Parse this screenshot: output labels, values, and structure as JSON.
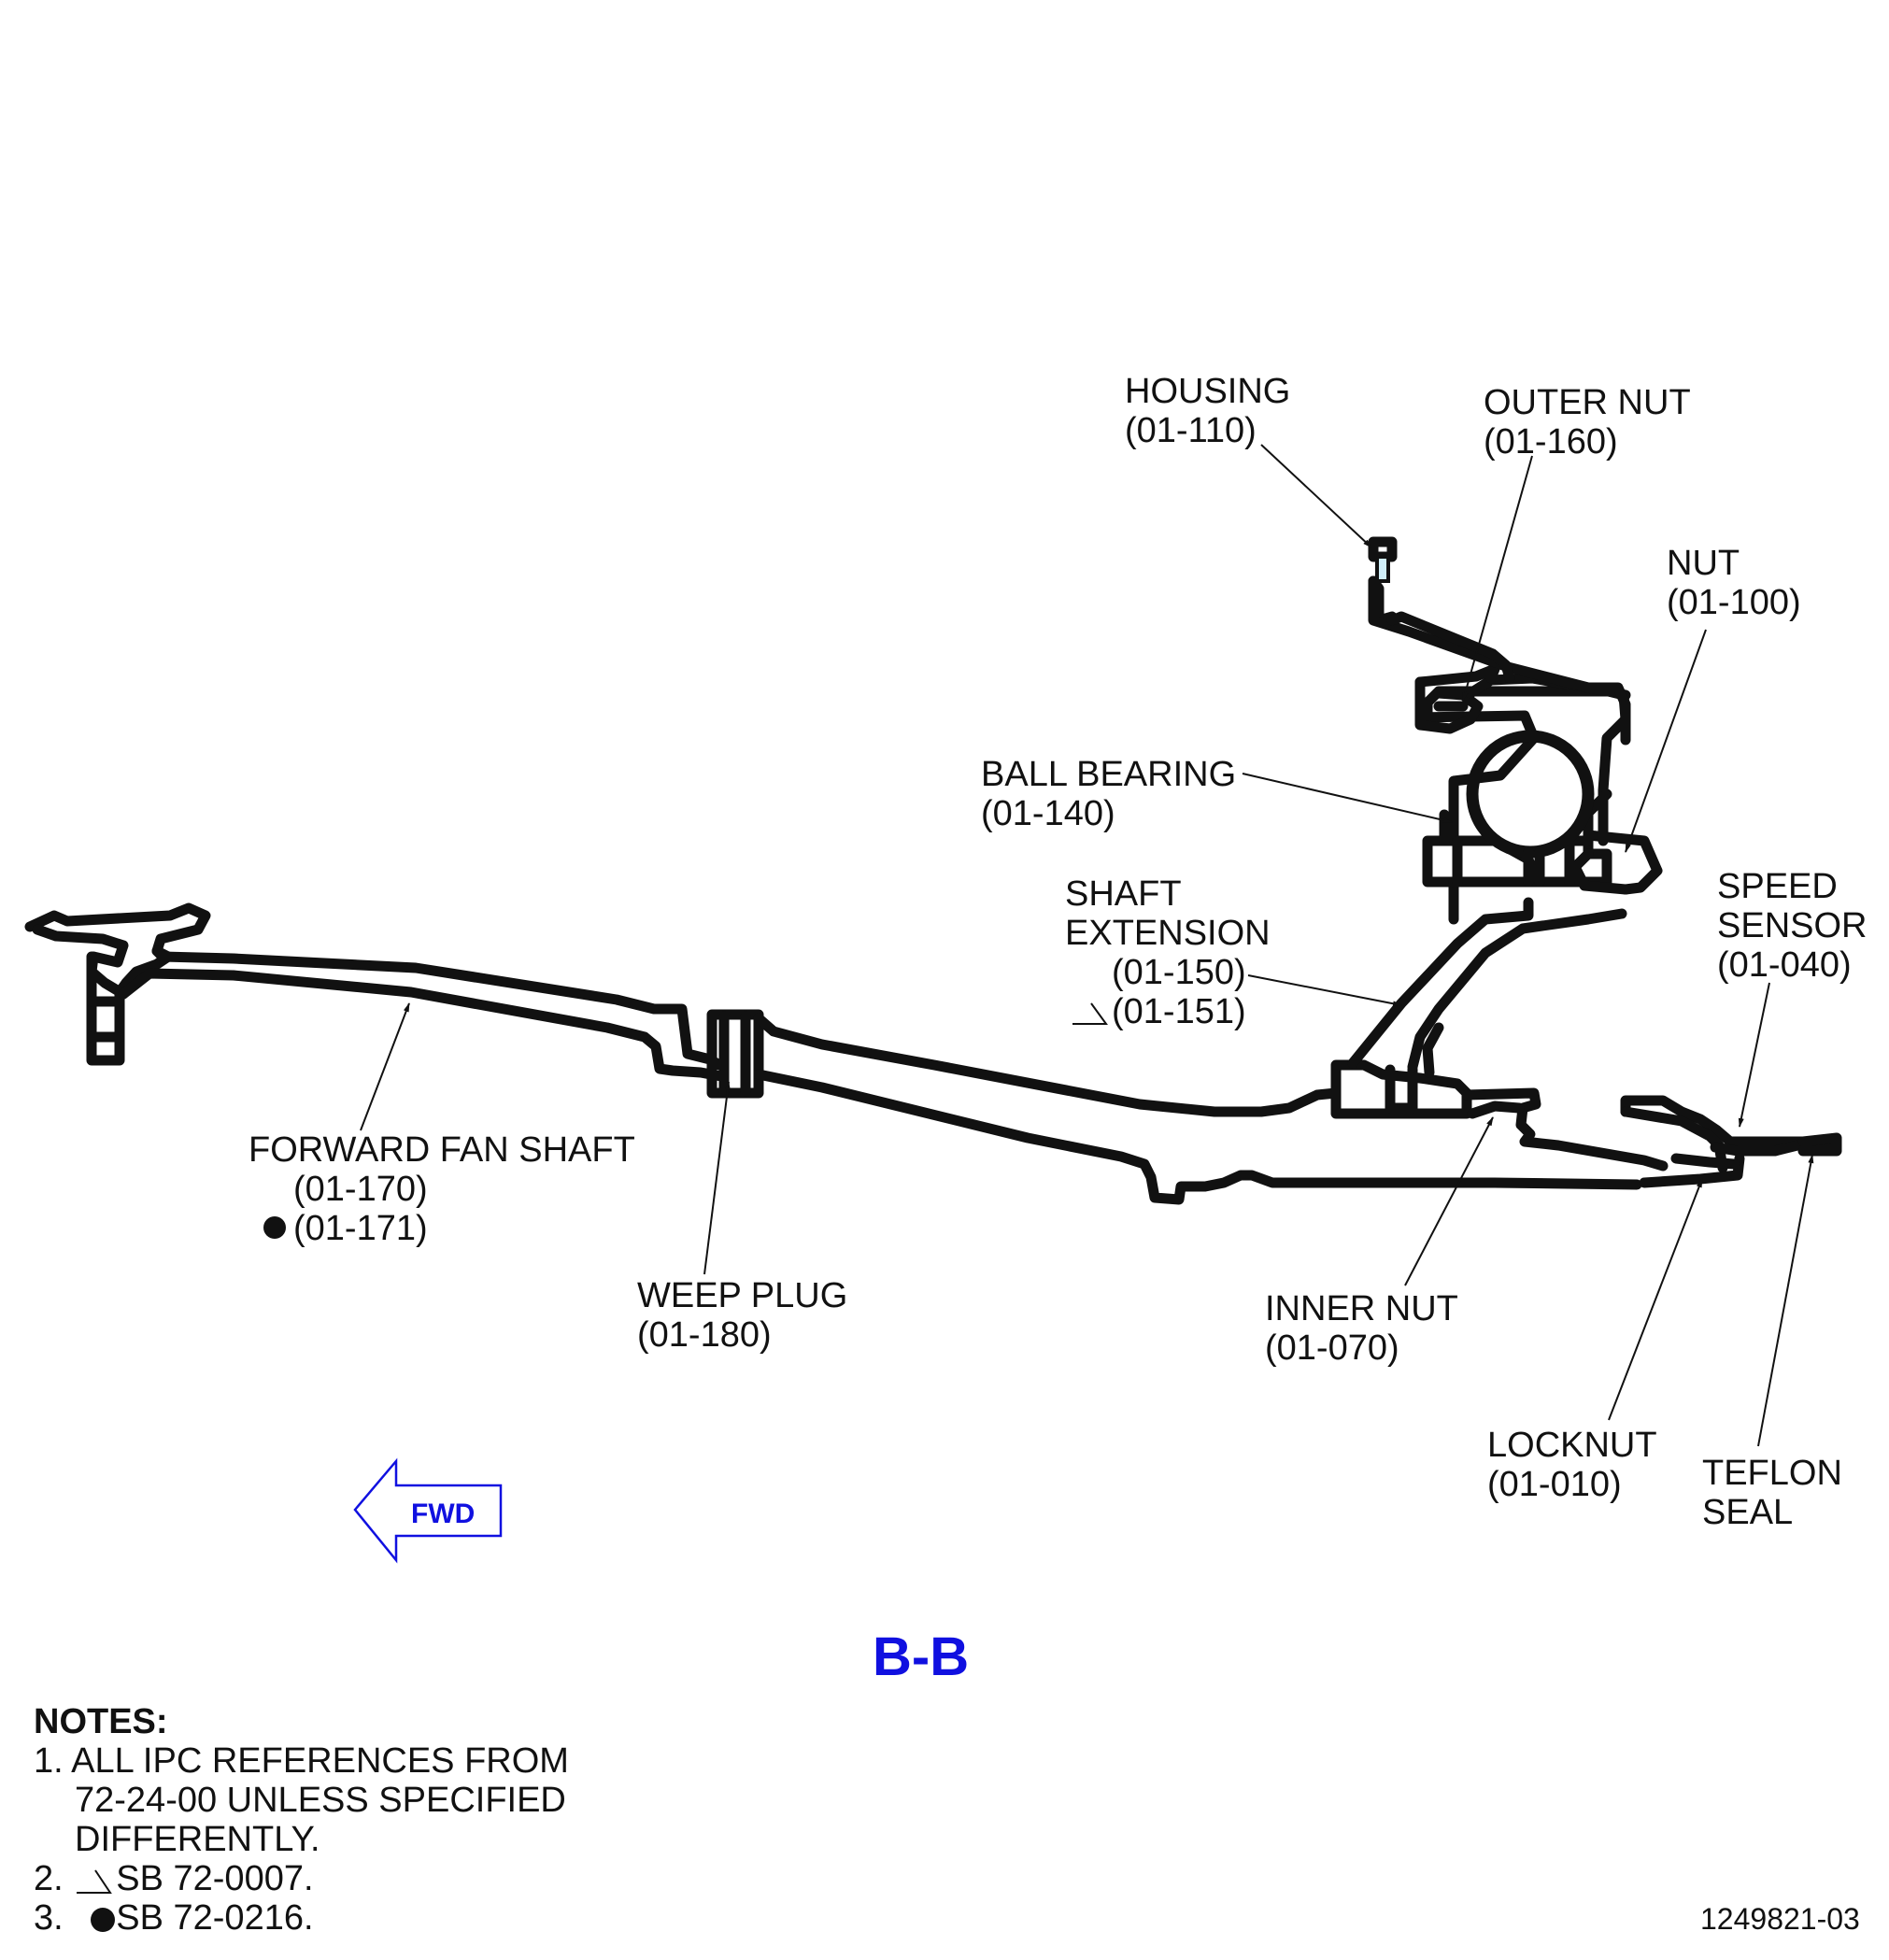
{
  "labels": {
    "housing": {
      "name": "HOUSING",
      "ref": "(01-110)"
    },
    "outer_nut": {
      "name": "OUTER NUT",
      "ref": "(01-160)"
    },
    "nut": {
      "name": "NUT",
      "ref": "(01-100)"
    },
    "ball_bearing": {
      "name": "BALL BEARING",
      "ref": "(01-140)"
    },
    "shaft_extension": {
      "name1": "SHAFT",
      "name2": "EXTENSION",
      "ref1": "(01-150)",
      "ref2": "(01-151)"
    },
    "speed_sensor": {
      "name1": "SPEED",
      "name2": "SENSOR",
      "ref": "(01-040)"
    },
    "forward_fan_shaft": {
      "name": "FORWARD FAN SHAFT",
      "ref1": "(01-170)",
      "ref2": "(01-171)"
    },
    "weep_plug": {
      "name": "WEEP PLUG",
      "ref": "(01-180)"
    },
    "inner_nut": {
      "name": "INNER NUT",
      "ref": "(01-070)"
    },
    "locknut": {
      "name": "LOCKNUT",
      "ref": "(01-010)"
    },
    "teflon_seal": {
      "name1": "TEFLON",
      "name2": "SEAL"
    }
  },
  "fwd_label": "FWD",
  "view_label": "B-B",
  "notes": {
    "heading": "NOTES:",
    "note1_l1": "1. ALL IPC REFERENCES FROM",
    "note1_l2": "72-24-00 UNLESS SPECIFIED",
    "note1_l3": "DIFFERENTLY.",
    "note2_num": "2.",
    "note2_text": "SB 72-0007.",
    "note3_num": "3.",
    "note3_text": "SB 72-0216."
  },
  "doc_number": "1249821-03",
  "colors": {
    "line": "#111111",
    "accent_blue": "#1010e0",
    "housing_fill": "#cfeef8"
  }
}
